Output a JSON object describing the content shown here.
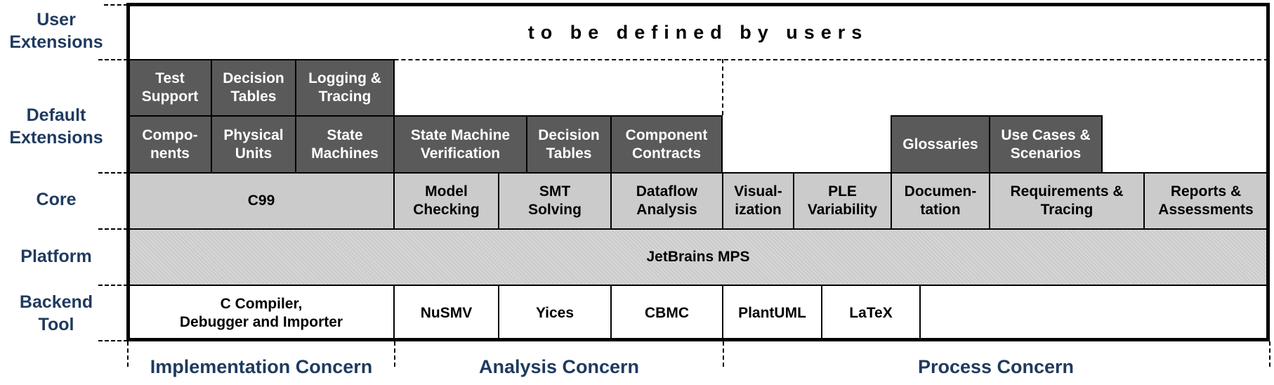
{
  "row_labels": {
    "user_extensions": "User\nExtensions",
    "default_extensions": "Default\nExtensions",
    "core": "Core",
    "platform": "Platform",
    "backend_tool": "Backend\nTool"
  },
  "user_extensions": {
    "text": "to be defined by users"
  },
  "default_extensions": {
    "upper": [
      "Test\nSupport",
      "Decision\nTables",
      "Logging &\nTracing"
    ],
    "lower": [
      "Compo-\nnents",
      "Physical\nUnits",
      "State\nMachines",
      "State Machine\nVerification",
      "Decision\nTables",
      "Component\nContracts",
      "Glossaries",
      "Use Cases &\nScenarios"
    ]
  },
  "core": [
    "C99",
    "Model\nChecking",
    "SMT\nSolving",
    "Dataflow\nAnalysis",
    "Visual-\nization",
    "PLE\nVariability",
    "Documen-\ntation",
    "Requirements &\nTracing",
    "Reports &\nAssessments"
  ],
  "platform": {
    "text": "JetBrains MPS"
  },
  "backend": [
    "C Compiler,\nDebugger and Importer",
    "NuSMV",
    "Yices",
    "CBMC",
    "PlantUML",
    "LaTeX"
  ],
  "concerns": [
    "Implementation Concern",
    "Analysis Concern",
    "Process Concern"
  ],
  "colors": {
    "dark_block": "#5a5a5a",
    "light_block": "#cbcbcb",
    "label_text": "#1f3a5f"
  }
}
